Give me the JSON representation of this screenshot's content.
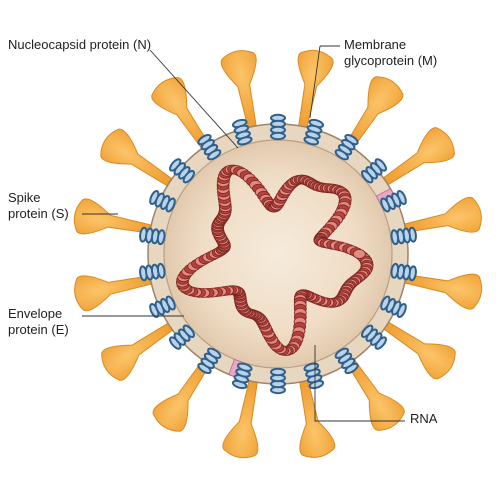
{
  "labels": {
    "nucleocapsid": "Nucleocapsid protein (N)",
    "membrane_line1": "Membrane",
    "membrane_line2": "glycoprotein (M)",
    "spike_line1": "Spike",
    "spike_line2": "protein (S)",
    "envelope_line1": "Envelope",
    "envelope_line2": "protein (E)",
    "rna": "RNA"
  },
  "colors": {
    "spike": "#f2a33a",
    "spike_outline": "#d98a22",
    "envelope_ring": "#e6d3bc",
    "envelope_edge": "#a08a70",
    "interior": "#f4e6d4",
    "membrane_protein": "#2f5f8a",
    "membrane_protein_light": "#b9d3ea",
    "rna": "#b5413c",
    "rna_light": "#e08b82",
    "envelope_protein": "#e8a6c4",
    "leader_line": "#333333"
  },
  "icons": [
    "spike-protein-icon",
    "membrane-protein-icon",
    "envelope-protein-icon",
    "rna-strand-icon"
  ]
}
